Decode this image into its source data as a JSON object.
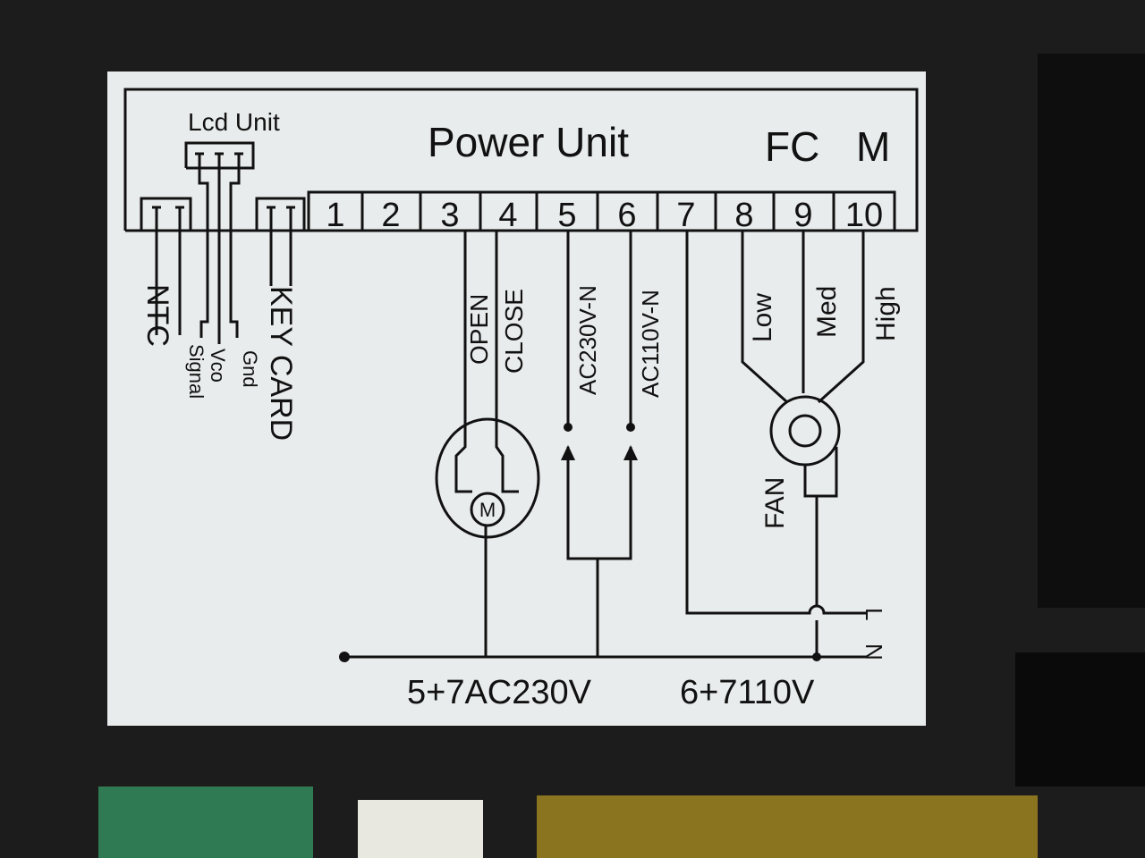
{
  "title": "Power Unit",
  "lcd_unit": "Lcd Unit",
  "fc": "FC",
  "m": "M",
  "terminals": [
    "1",
    "2",
    "3",
    "4",
    "5",
    "6",
    "7",
    "8",
    "9",
    "10"
  ],
  "left_labels": {
    "ntc": "NTC",
    "signal": "Signal",
    "vco": "Vco",
    "gnd": "Gnd",
    "key_card": "KEY CARD"
  },
  "wire_labels": {
    "open": "OPEN",
    "close": "CLOSE",
    "ac230": "AC230V-N",
    "ac110": "AC110V-N",
    "low": "Low",
    "med": "Med",
    "high": "High",
    "fan": "FAN",
    "motor": "M",
    "l": "L",
    "n": "N"
  },
  "footer": {
    "ac230": "5+7AC230V",
    "ac110": "6+7110V"
  },
  "colors": {
    "label": "#e9ecec",
    "housing": "#1c1c1c",
    "ink": "#111111"
  }
}
